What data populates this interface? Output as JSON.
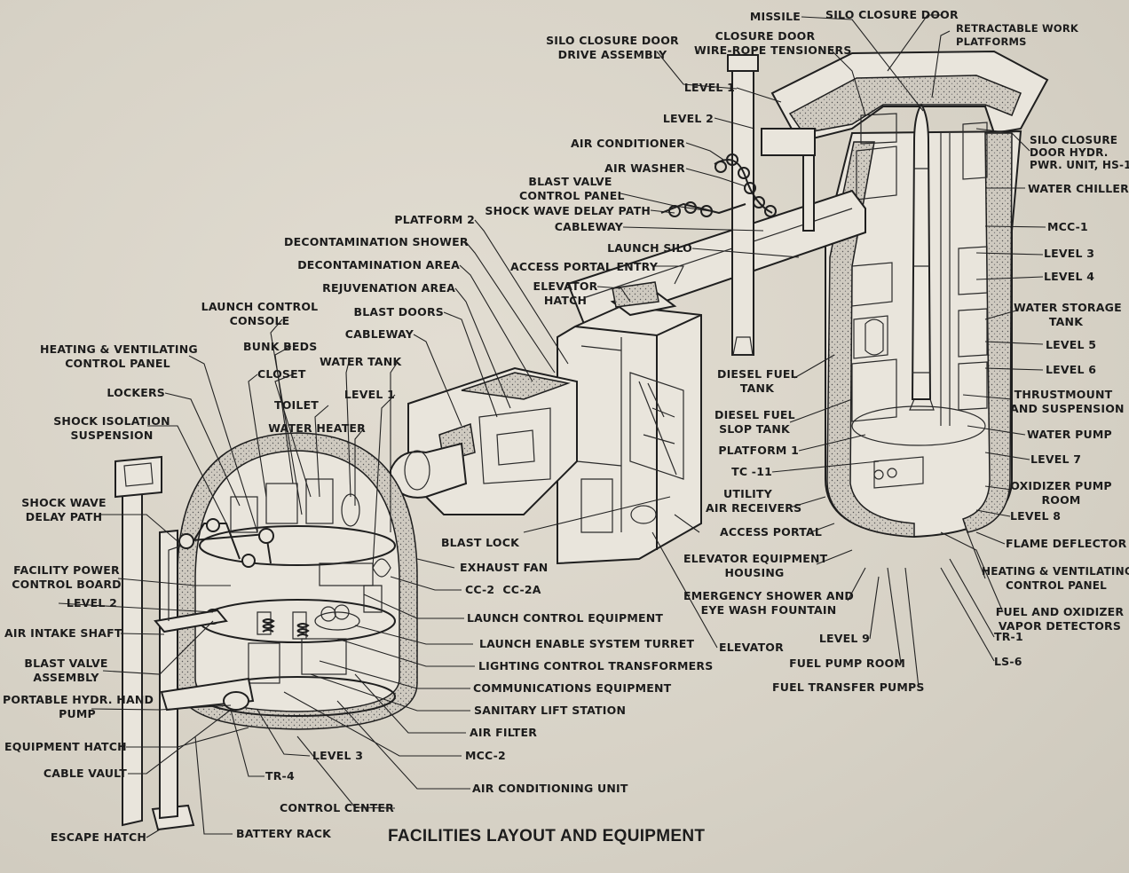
{
  "title": "FACILITIES LAYOUT AND EQUIPMENT",
  "labels": {
    "missile": "MISSILE",
    "silo_closure_door": "SILO CLOSURE DOOR",
    "retractable_work_platforms": "RETRACTABLE WORK\nPLATFORMS",
    "silo_closure_door_drive": "SILO CLOSURE DOOR\nDRIVE ASSEMBLY",
    "wire_rope_tensioners": "CLOSURE DOOR\nWIRE-ROPE TENSIONERS",
    "level_1_silo": "LEVEL 1",
    "level_2_silo": "LEVEL 2",
    "silo_door_hydr": "SILO CLOSURE\nDOOR HYDR.\nPWR. UNIT, HS-1",
    "air_conditioner": "AIR CONDITIONER",
    "air_washer": "AIR WASHER",
    "blast_valve_control_panel": "BLAST VALVE\nCONTROL PANEL",
    "water_chiller": "WATER CHILLER",
    "shock_wave_delay_path_top": "SHOCK WAVE DELAY PATH",
    "cableway_top": "CABLEWAY",
    "mcc_1": "MCC-1",
    "launch_silo": "LAUNCH SILO",
    "level_3_silo": "LEVEL 3",
    "access_portal_entry": "ACCESS PORTAL ENTRY",
    "level_4": "LEVEL 4",
    "elevator_hatch": "ELEVATOR\nHATCH",
    "water_storage_tank": "WATER STORAGE\nTANK",
    "platform_2": "PLATFORM 2",
    "decon_shower": "DECONTAMINATION SHOWER",
    "decon_area": "DECONTAMINATION AREA",
    "rejuvenation_area": "REJUVENATION AREA",
    "launch_control_console": "LAUNCH CONTROL\nCONSOLE",
    "blast_doors": "BLAST DOORS",
    "level_5": "LEVEL 5",
    "bunk_beds": "BUNK BEDS",
    "cableway_mid": "CABLEWAY",
    "hv_panel_left": "HEATING & VENTILATING\nCONTROL PANEL",
    "level_6": "LEVEL 6",
    "closet": "CLOSET",
    "water_tank": "WATER TANK",
    "diesel_fuel_tank": "DIESEL FUEL\nTANK",
    "thrustmount": "THRUSTMOUNT\nAND SUSPENSION",
    "lockers": "LOCKERS",
    "level_1_lcc": "LEVEL 1",
    "toilet": "TOILET",
    "diesel_slop_tank": "DIESEL FUEL\nSLOP TANK",
    "water_pump": "WATER PUMP",
    "shock_isolation": "SHOCK ISOLATION\nSUSPENSION",
    "water_heater": "WATER HEATER",
    "platform_1": "PLATFORM 1",
    "level_7": "LEVEL 7",
    "tc_11": "TC -11",
    "oxidizer_pump_room": "OXIDIZER PUMP\nROOM",
    "shock_wave_delay_path_left": "SHOCK WAVE\nDELAY PATH",
    "utility_air_receivers": "UTILITY\nAIR RECEIVERS",
    "level_8": "LEVEL 8",
    "access_portal": "ACCESS PORTAL",
    "blast_lock": "BLAST LOCK",
    "flame_deflector": "FLAME DEFLECTOR",
    "facility_power": "FACILITY POWER\nCONTROL BOARD",
    "exhaust_fan": "EXHAUST FAN",
    "elevator_equipment_housing": "ELEVATOR EQUIPMENT\nHOUSING",
    "hv_panel_right": "HEATING & VENTILATING\nCONTROL PANEL",
    "level_2_lcc": "LEVEL 2",
    "cc_2": "CC-2  CC-2A",
    "emergency_shower": "EMERGENCY SHOWER AND\nEYE WASH FOUNTAIN",
    "fuel_oxidizer_detectors": "FUEL AND OXIDIZER\nVAPOR DETECTORS",
    "air_intake_shaft": "AIR INTAKE SHAFT",
    "launch_control_equipment": "LAUNCH CONTROL EQUIPMENT",
    "level_9": "LEVEL 9",
    "tr_1": "TR-1",
    "blast_valve_assembly": "BLAST VALVE\nASSEMBLY",
    "launch_enable": "LAUNCH ENABLE SYSTEM TURRET",
    "elevator": "ELEVATOR",
    "fuel_pump_room": "FUEL PUMP ROOM",
    "ls_6": "LS-6",
    "lighting_transformers": "LIGHTING CONTROL TRANSFORMERS",
    "portable_hydr_pump": "PORTABLE HYDR. HAND\nPUMP",
    "communications_equipment": "COMMUNICATIONS EQUIPMENT",
    "fuel_transfer_pumps": "FUEL TRANSFER PUMPS",
    "sanitary_lift": "SANITARY LIFT STATION",
    "equipment_hatch": "EQUIPMENT HATCH",
    "air_filter": "AIR FILTER",
    "cable_vault": "CABLE VAULT",
    "mcc_2": "MCC-2",
    "level_3_lcc": "LEVEL 3",
    "tr_4": "TR-4",
    "air_conditioning_unit": "AIR CONDITIONING UNIT",
    "control_center": "CONTROL CENTER",
    "escape_hatch": "ESCAPE HATCH",
    "battery_rack": "BATTERY RACK"
  }
}
